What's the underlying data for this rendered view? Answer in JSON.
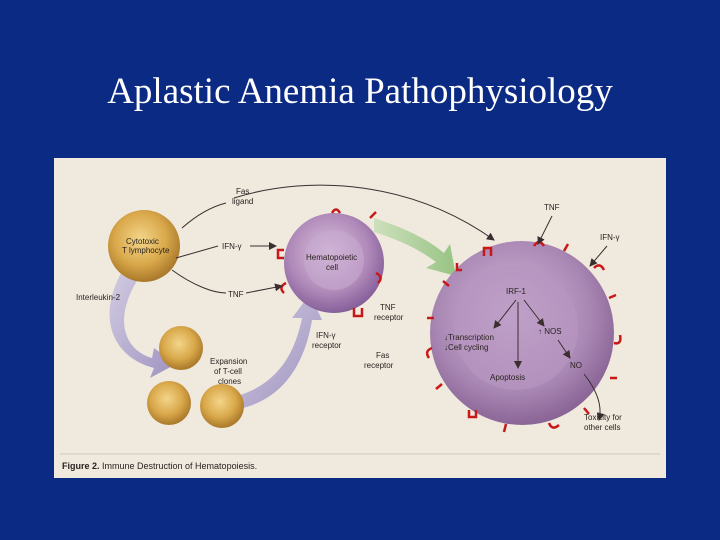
{
  "slide": {
    "title": "Aplastic Anemia Pathophysiology"
  },
  "figure": {
    "labels": {
      "fas_ligand": [
        "Fas",
        "ligand"
      ],
      "cytotoxic": [
        "Cytotoxic",
        "T lymphocyte"
      ],
      "ifn_left": "IFN-γ",
      "tnf_left": "TNF",
      "hematopoietic": [
        "Hematopoietic",
        "cell"
      ],
      "interleukin": "Interleukin-2",
      "expansion": [
        "Expansion",
        "of T-cell",
        "clones"
      ],
      "ifn_receptor": [
        "IFN-γ",
        "receptor"
      ],
      "tnf_receptor": [
        "TNF",
        "receptor"
      ],
      "fas_receptor": [
        "Fas",
        "receptor"
      ],
      "tnf_top": "TNF",
      "ifn_top": "IFN-γ",
      "irf1": "IRF-1",
      "transcription": "↓Transcription",
      "cell_cycling": "↓Cell cycling",
      "nos": "↑ NOS",
      "no": "NO",
      "apoptosis": "Apoptosis",
      "toxicity": [
        "Toxicity for",
        "other cells"
      ]
    },
    "caption": {
      "bold": "Figure 2.",
      "text": " Immune Destruction of Hematopoiesis."
    }
  }
}
